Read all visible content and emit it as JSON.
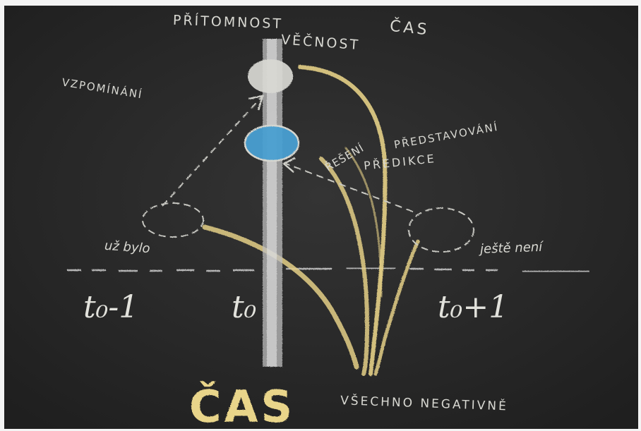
{
  "labels": {
    "pritomnost": "PŘÍTOMNOST",
    "vecnost": "VĚČNOST",
    "cas_top": "ČAS",
    "vzpominani": "VZPOMÍNÁNÍ",
    "predstavovani": "PŘEDSTAVOVÁNÍ",
    "reseni": "ŘEŠENÍ",
    "predikce": "PŘEDIKCE",
    "uz_bylo": "už bylo",
    "jeste_neni": "ještě není",
    "t_minus_1": "t₀-1",
    "t_0": "t₀",
    "t_plus_1": "t₀+1",
    "cas_bottom": "ČAS",
    "vsechno_negativne": "VŠECHNO NEGATIVNĚ"
  },
  "colors": {
    "board": "#2b2b2b",
    "chalk_white": "#d8d8d2",
    "chalk_yellow": "#e9d58a",
    "chalk_blue": "#5aa9d6"
  }
}
